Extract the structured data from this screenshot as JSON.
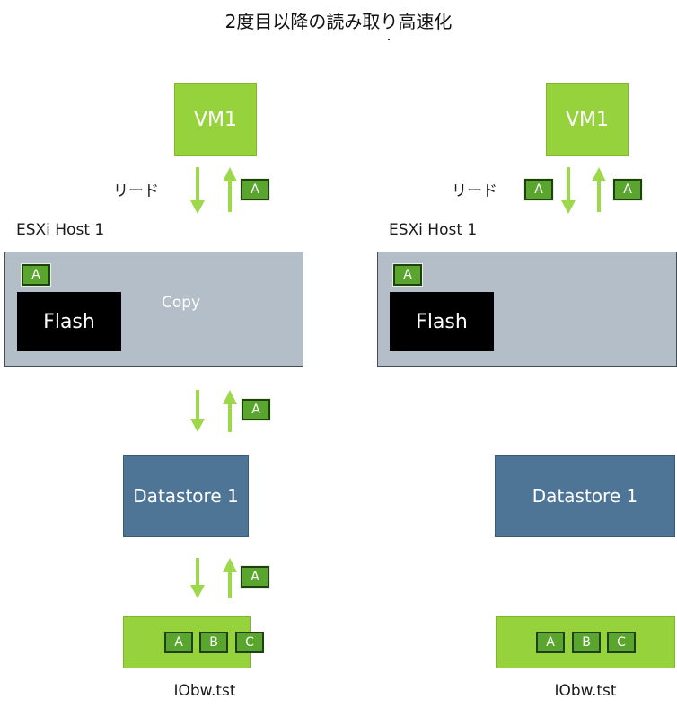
{
  "diagram": {
    "title": "2度目以降の読み取り高速化",
    "left": {
      "vm_label": "VM1",
      "read_label": "リード",
      "host_label": "ESXi Host 1",
      "flash_label": "Flash",
      "copy_label": "Copy",
      "datastore_label": "Datastore 1",
      "file_label": "IObw.tst",
      "block_labels": [
        "A",
        "A",
        "A",
        "A"
      ],
      "file_blocks": [
        "A",
        "B",
        "C"
      ]
    },
    "right": {
      "vm_label": "VM1",
      "read_label": "リード",
      "host_label": "ESXi Host 1",
      "flash_label": "Flash",
      "datastore_label": "Datastore 1",
      "file_label": "IObw.tst",
      "block_labels": [
        "A",
        "A",
        "A"
      ],
      "file_blocks": [
        "A",
        "B",
        "C"
      ]
    },
    "colors": {
      "vm_green": "#96d23c",
      "arrow_green": "#9cd84a",
      "block_green": "#5aa52e",
      "host_gray": "#b3bec8",
      "datastore_blue": "#4e7596",
      "flash_black": "#000000",
      "copy_white": "#ffffff"
    }
  }
}
